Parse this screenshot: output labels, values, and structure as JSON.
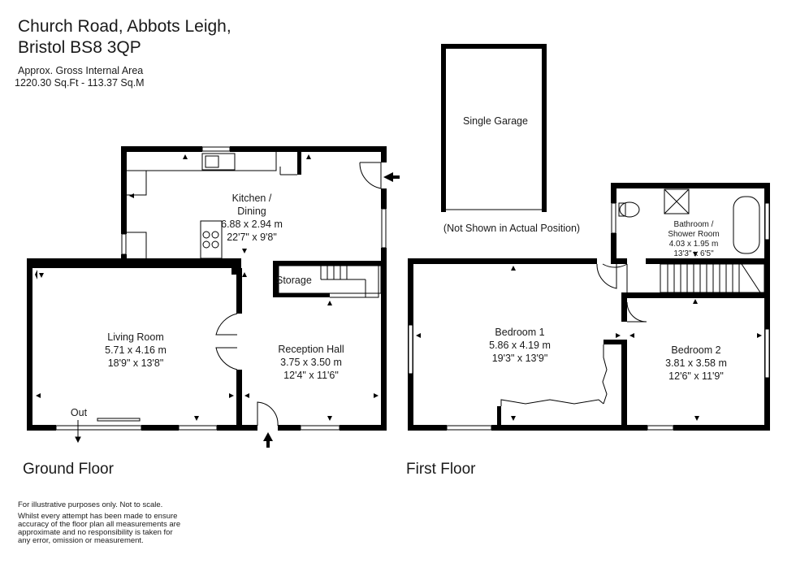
{
  "header": {
    "address_line1": "Church Road, Abbots Leigh,",
    "address_line2": "Bristol BS8 3QP",
    "area_label": "Approx. Gross Internal Area",
    "area_value": "1220.30 Sq.Ft - 113.37 Sq.M"
  },
  "garage": {
    "label": "Single Garage",
    "note": "(Not Shown in Actual Position)"
  },
  "ground_floor": {
    "label": "Ground Floor",
    "kitchen": {
      "name1": "Kitchen /",
      "name2": "Dining",
      "metric": "6.88 x 2.94 m",
      "imperial": "22'7\" x 9'8\""
    },
    "living": {
      "name": "Living Room",
      "metric": "5.71 x 4.16 m",
      "imperial": "18'9\" x 13'8\""
    },
    "reception": {
      "name": "Reception Hall",
      "metric": "3.75 x 3.50 m",
      "imperial": "12'4\" x 11'6\""
    },
    "storage": {
      "name": "Storage"
    },
    "out_label": "Out"
  },
  "first_floor": {
    "label": "First Floor",
    "bedroom1": {
      "name": "Bedroom 1",
      "metric": "5.86 x 4.19 m",
      "imperial": "19'3\" x 13'9\""
    },
    "bedroom2": {
      "name": "Bedroom 2",
      "metric": "3.81 x 3.58 m",
      "imperial": "12'6\" x 11'9\""
    },
    "bathroom": {
      "name1": "Bathroom /",
      "name2": "Shower Room",
      "metric": "4.03 x 1.95 m",
      "imperial": "13'3\" x 6'5\""
    }
  },
  "disclaimer": {
    "line1": "For illustrative purposes only. Not to scale.",
    "line2": "Whilst every attempt has been made to ensure",
    "line3": "accuracy of the floor plan all measurements are",
    "line4": "approximate and no responsibility is taken for",
    "line5": "any error, omission or measurement."
  },
  "colors": {
    "wall": "#000000",
    "text": "#1a1a1a",
    "background": "#ffffff"
  }
}
